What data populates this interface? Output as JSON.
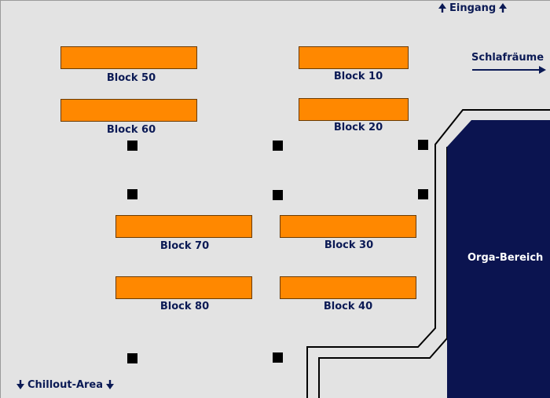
{
  "blocks": {
    "b10": "Block 10",
    "b20": "Block 20",
    "b30": "Block 30",
    "b40": "Block 40",
    "b50": "Block 50",
    "b60": "Block 60",
    "b70": "Block 70",
    "b80": "Block 80"
  },
  "areas": {
    "entrance": "Eingang",
    "sleeping": "Schlafräume",
    "chillout": "Chillout-Area",
    "orga": "Orga-Bereich"
  },
  "colors": {
    "floor": "#e3e3e3",
    "table": "#ff8800",
    "orga": "#0b1450",
    "text": "#0b1a55",
    "pillar": "#000000"
  }
}
